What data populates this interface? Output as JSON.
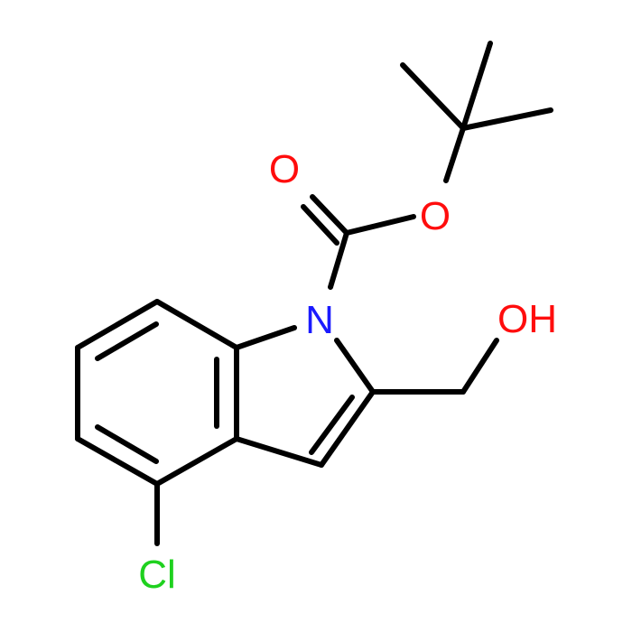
{
  "molecule": {
    "atoms": {
      "nitrogen": {
        "symbol": "N",
        "color": "#1a1aff"
      },
      "carbonyl_oxygen": {
        "symbol": "O",
        "color": "#ff0d0d"
      },
      "ester_oxygen": {
        "symbol": "O",
        "color": "#ff0d0d"
      },
      "hydroxyl": {
        "symbol": "OH",
        "color": "#ff0d0d"
      },
      "chlorine": {
        "symbol": "Cl",
        "color": "#1fd11f"
      }
    },
    "bond_color": "#000000",
    "background": "#ffffff"
  }
}
